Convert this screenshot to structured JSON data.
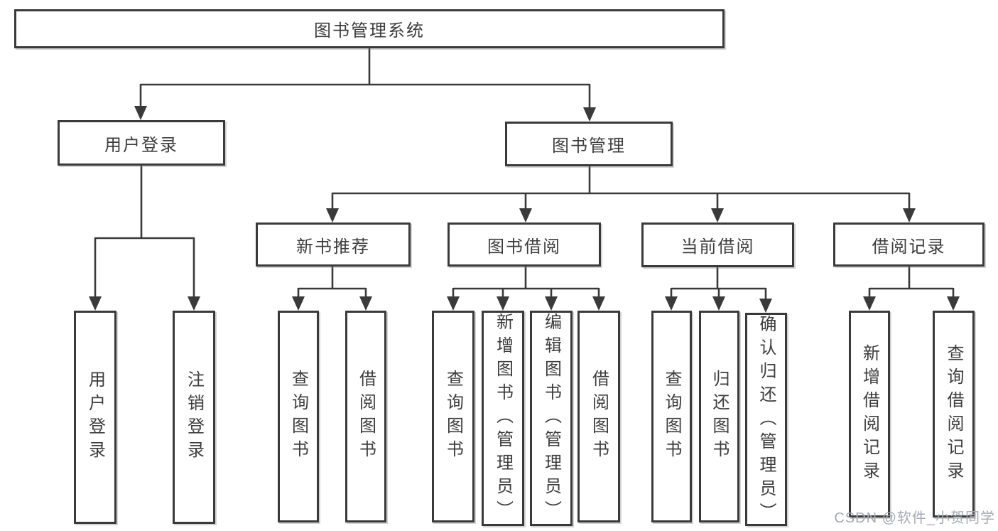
{
  "diagram": {
    "title": "图书管理系统",
    "root": {
      "label": "图书管理系统"
    },
    "level2": [
      {
        "label": "用户登录"
      },
      {
        "label": "图书管理"
      }
    ],
    "level3": [
      {
        "label": "新书推荐"
      },
      {
        "label": "图书借阅"
      },
      {
        "label": "当前借阅"
      },
      {
        "label": "借阅记录"
      }
    ],
    "leaves": {
      "login": [
        "用户登录",
        "注销登录"
      ],
      "newbook": [
        "查询图书",
        "借阅图书"
      ],
      "borrow": [
        "查询图书",
        "新增图书（管理员）",
        "编辑图书（管理员）",
        "借阅图书"
      ],
      "current": [
        "查询图书",
        "归还图书",
        "确认归还（管理员）"
      ],
      "records": [
        "新增借阅记录",
        "查询借阅记录"
      ]
    }
  },
  "watermark": "CSDN @软件_小贺同学",
  "colors": {
    "line": "#3a3a3a",
    "text": "#3d3d3d",
    "background": "#ffffff",
    "watermark": "#a6aab1"
  }
}
